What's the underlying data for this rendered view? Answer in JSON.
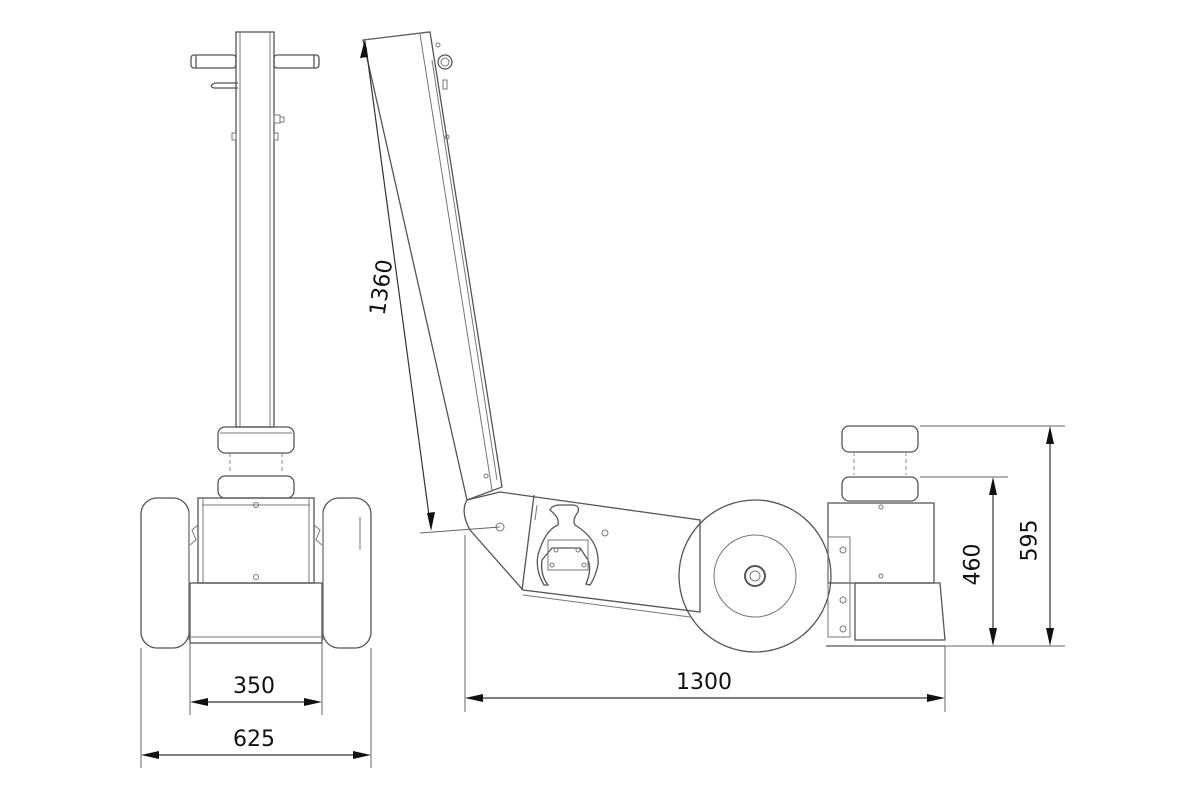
{
  "drawing": {
    "subject": "Air-hydraulic trolley jack dimension drawing",
    "views": [
      "front-view",
      "side-view"
    ],
    "line_color": "#555555",
    "background": "#ffffff",
    "dimensions": {
      "inner_wheel_track": "350",
      "overall_width": "625",
      "handle_length": "1360",
      "overall_length": "1300",
      "minimum_height": "460",
      "maximum_height": "595"
    }
  }
}
